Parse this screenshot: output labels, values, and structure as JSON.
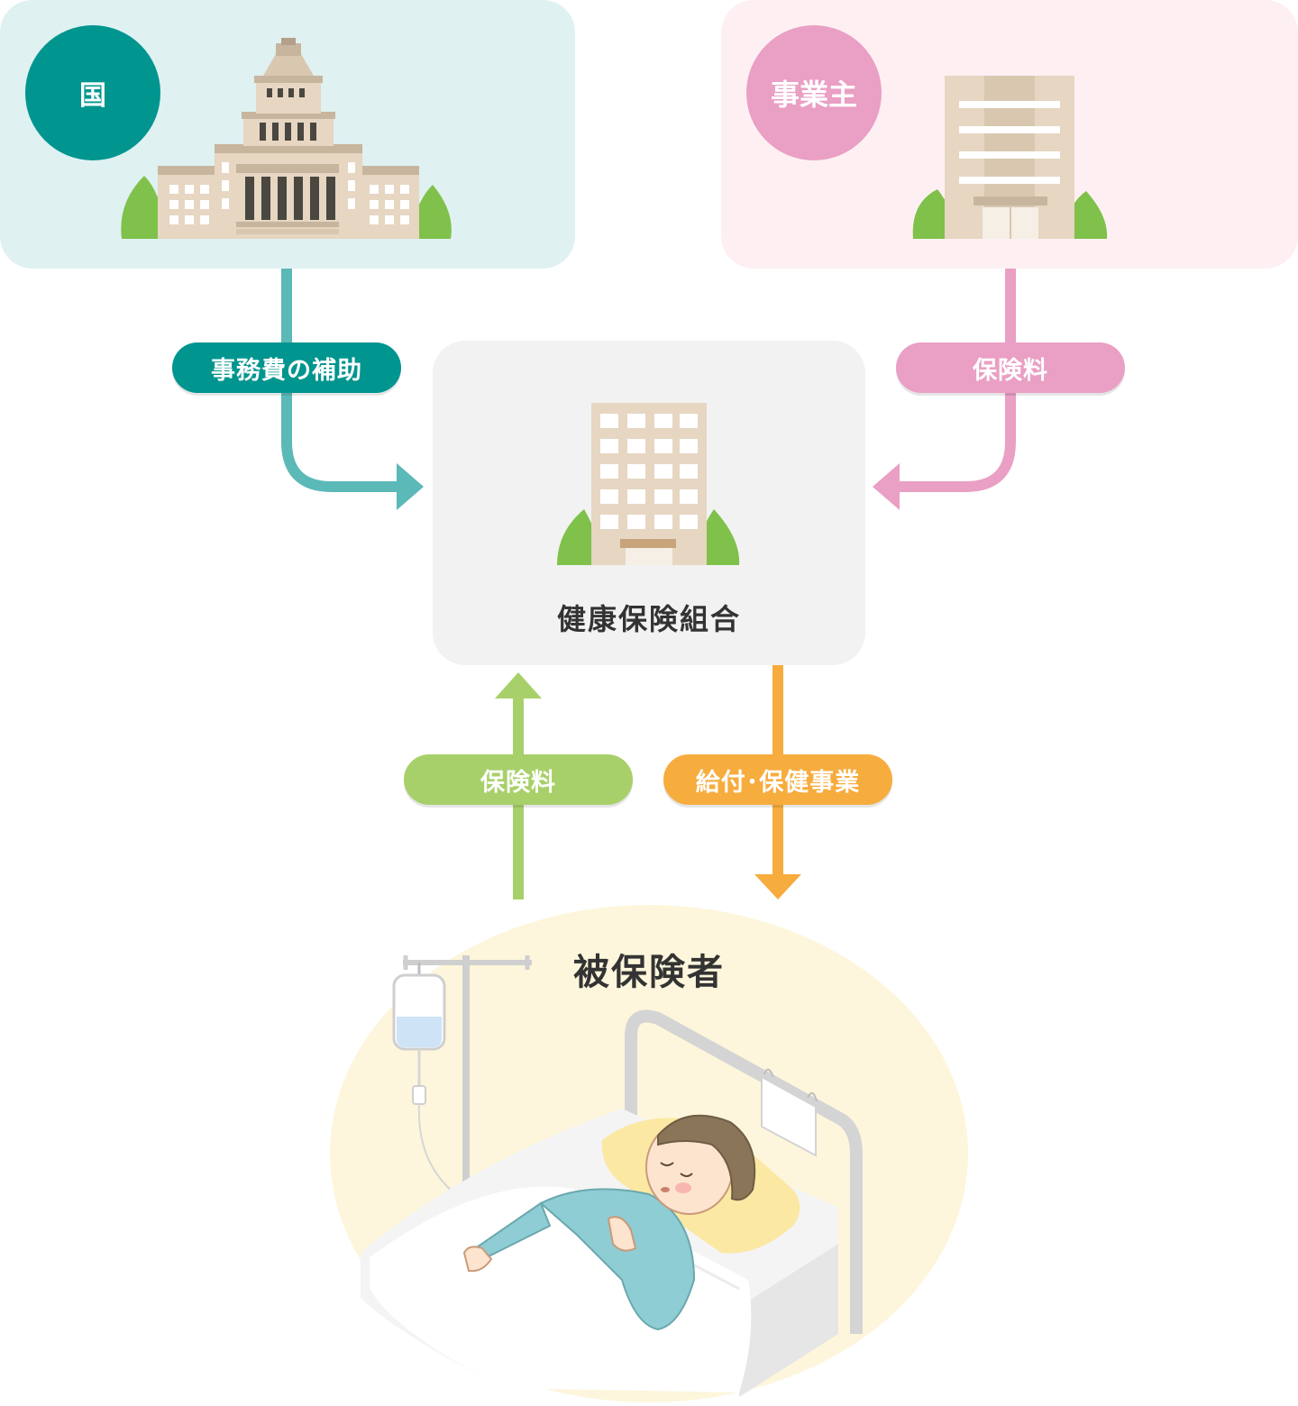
{
  "nodes": {
    "country": {
      "label": "国"
    },
    "employer": {
      "label": "事業主"
    },
    "union": {
      "label": "健康保険組合"
    },
    "insured": {
      "label": "被保険者"
    }
  },
  "flows": {
    "subsidy": {
      "label": "事務費の補助"
    },
    "employer_premium": {
      "label": "保険料"
    },
    "insured_premium": {
      "label": "保険料"
    },
    "benefits": {
      "label": "給付･保健事業"
    }
  },
  "colors": {
    "teal": "#00958f",
    "teal_arrow": "#5bb9b8",
    "pink": "#ea9fc4",
    "green": "#a8d06a",
    "orange": "#f7ac3e",
    "panel_teal": "#dff1f1",
    "panel_pink": "#fef0f2",
    "panel_gray": "#f2f2f2",
    "insured_bg": "#fdf6dc"
  }
}
